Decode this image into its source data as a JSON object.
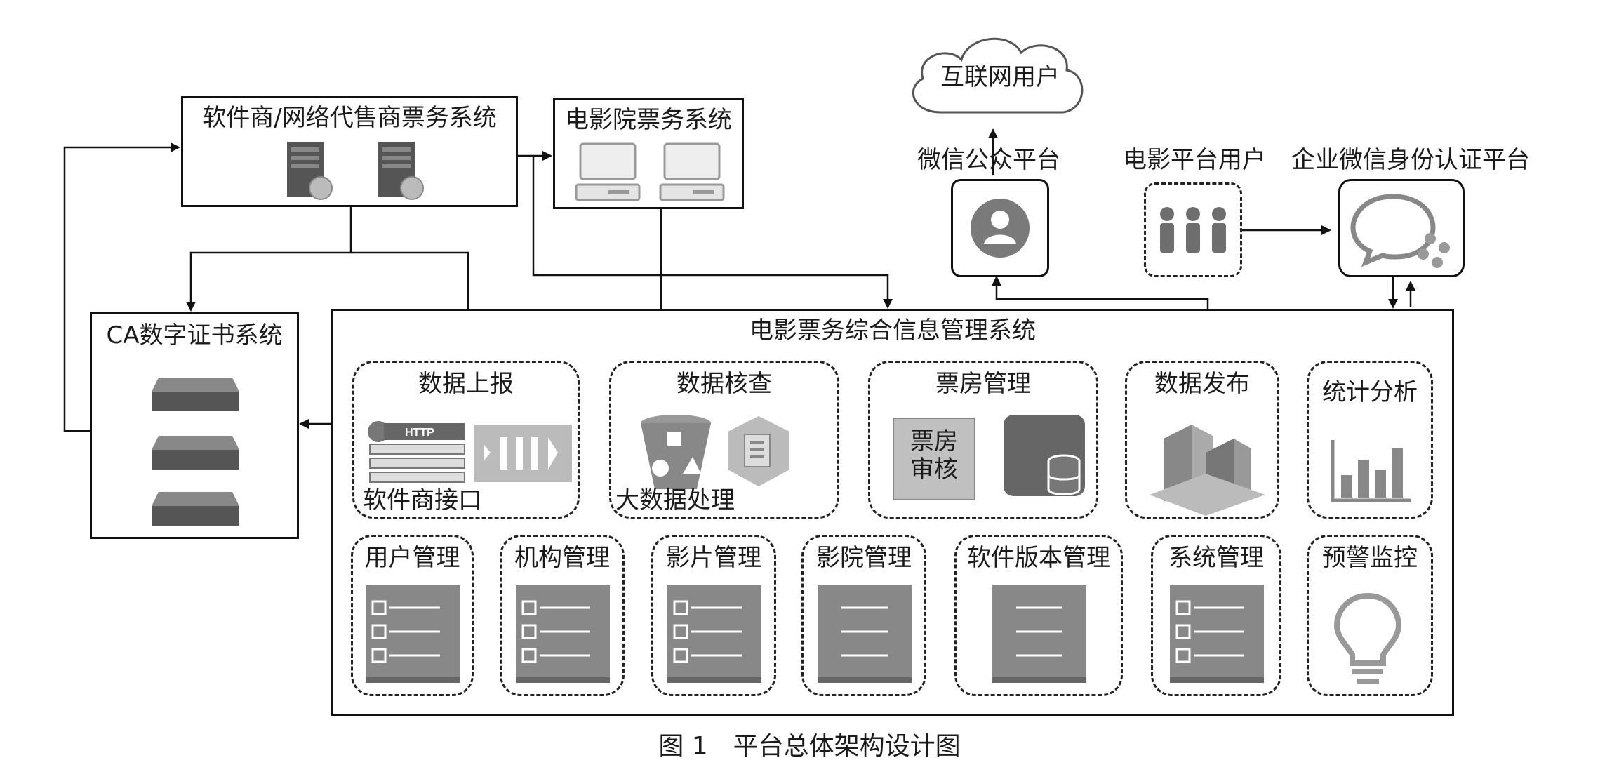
{
  "cloud": {
    "label": "互联网用户"
  },
  "software_vendor": {
    "title": "软件商/网络代售商票务系统"
  },
  "cinema_ticketing": {
    "title": "电影院票务系统"
  },
  "ca_system": {
    "title": "CA数字证书系统"
  },
  "wechat_public": {
    "title": "微信公众平台"
  },
  "movie_users": {
    "title": "电影平台用户"
  },
  "enterprise_wechat": {
    "title": "企业微信身份认证平台"
  },
  "main_system": {
    "title": "电影票务综合信息管理系统"
  },
  "modules": {
    "data_report": {
      "title": "数据上报",
      "sub": "软件商接口",
      "http": "HTTP"
    },
    "data_check": {
      "title": "数据核查",
      "sub": "大数据处理"
    },
    "box_office": {
      "title": "票房管理",
      "review": "票房\n审核"
    },
    "data_publish": {
      "title": "数据发布"
    },
    "stats": {
      "title": "统计分析"
    },
    "warning": {
      "title": "预警监控"
    },
    "user_mgmt": {
      "title": "用户管理"
    },
    "org_mgmt": {
      "title": "机构管理"
    },
    "film_mgmt": {
      "title": "影片管理"
    },
    "cinema_mgmt": {
      "title": "影院管理"
    },
    "software_version_mgmt": {
      "title": "软件版本管理"
    },
    "system_mgmt": {
      "title": "系统管理"
    }
  },
  "caption": "图 1　平台总体架构设计图",
  "colors": {
    "line": "#111111",
    "icon_dark": "#6a6a6a",
    "icon_mid": "#8c8c8c",
    "icon_light": "#c8c8c8"
  }
}
